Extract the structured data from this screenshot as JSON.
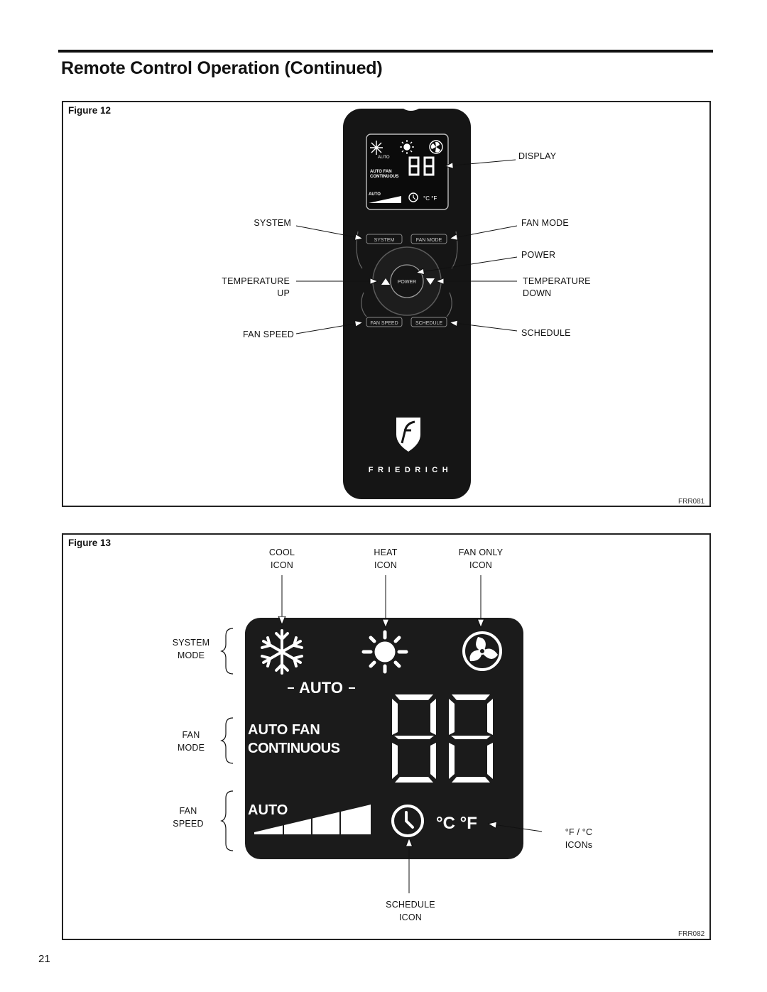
{
  "header": {
    "title": "Remote Control Operation (Continued)"
  },
  "figure12": {
    "label": "Figure 12",
    "code": "FRR081",
    "callouts": {
      "display": "DISPLAY",
      "system": "SYSTEM",
      "fan_mode": "FAN MODE",
      "power": "POWER",
      "temp_up_1": "TEMPERATURE",
      "temp_up_2": "UP",
      "temp_down_1": "TEMPERATURE",
      "temp_down_2": "DOWN",
      "fan_speed": "FAN SPEED",
      "schedule": "SCHEDULE"
    },
    "remote": {
      "brand": "FRIEDRICH",
      "btn_system": "SYSTEM",
      "btn_fan_mode": "FAN MODE",
      "btn_power": "POWER",
      "btn_fan_speed": "FAN SPEED",
      "btn_schedule": "SCHEDULE",
      "lcd_auto": "AUTO",
      "lcd_auto_fan": "AUTO FAN",
      "lcd_continuous": "CONTINUOUS",
      "lcd_auto_speed": "AUTO",
      "lcd_units": "°C °F"
    }
  },
  "figure13": {
    "label": "Figure 13",
    "code": "FRR082",
    "top_labels": {
      "cool_1": "COOL",
      "cool_2": "ICON",
      "heat_1": "HEAT",
      "heat_2": "ICON",
      "fan_only_1": "FAN ONLY",
      "fan_only_2": "ICON"
    },
    "side_labels": {
      "system_1": "SYSTEM",
      "system_2": "MODE",
      "fanmode_1": "FAN",
      "fanmode_2": "MODE",
      "fanspeed_1": "FAN",
      "fanspeed_2": "SPEED"
    },
    "right_labels": {
      "units_1": "°F / °C",
      "units_2": "ICONs"
    },
    "bottom_labels": {
      "schedule_1": "SCHEDULE",
      "schedule_2": "ICON"
    },
    "display": {
      "auto": "AUTO",
      "auto_fan": "AUTO FAN",
      "continuous": "CONTINUOUS",
      "auto_speed": "AUTO",
      "units": "°C °F"
    }
  },
  "footer": {
    "page_number": "21"
  }
}
